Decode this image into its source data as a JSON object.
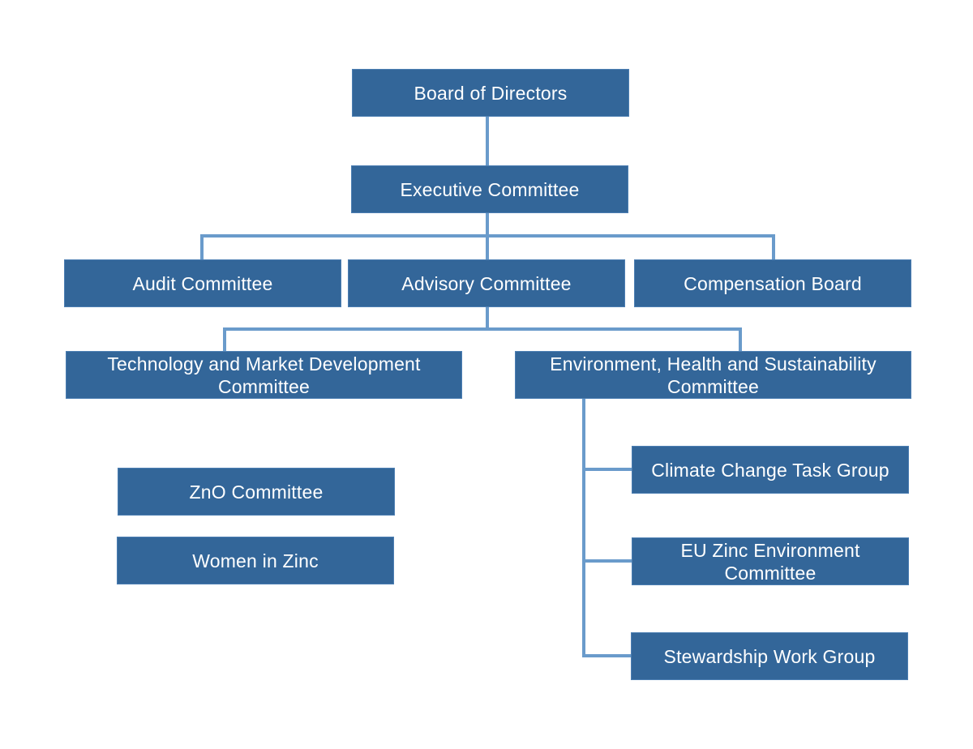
{
  "nodes": {
    "board": "Board of Directors",
    "executive": "Executive Committee",
    "audit": "Audit Committee",
    "advisory": "Advisory Committee",
    "compensation": "Compensation Board",
    "technology": "Technology and Market Development Committee",
    "ehs": "Environment, Health and Sustainability Committee",
    "zno": "ZnO Committee",
    "women": "Women in Zinc",
    "climate": "Climate Change Task Group",
    "eu_zinc": "EU Zinc Environment Committee",
    "stewardship": "Stewardship Work Group"
  },
  "colors": {
    "box_fill": "#336699",
    "connector": "#6a9bcb",
    "text": "#ffffff"
  }
}
